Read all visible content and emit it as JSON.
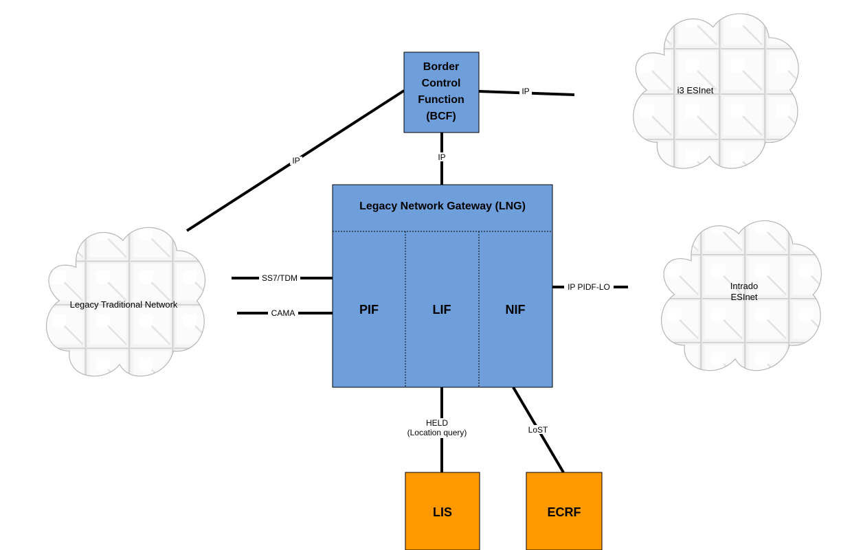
{
  "nodes": {
    "bcf": {
      "lines": [
        "Border",
        "Control",
        "Function",
        "(BCF)"
      ],
      "color": "#6f9fdb"
    },
    "lng": {
      "title": "Legacy Network Gateway (LNG)",
      "color": "#6f9fdb"
    },
    "pif": {
      "label": "PIF"
    },
    "lif": {
      "label": "LIF"
    },
    "nif": {
      "label": "NIF"
    },
    "lis": {
      "label": "LIS",
      "color": "#ff9900"
    },
    "ecrf": {
      "label": "ECRF",
      "color": "#ff9900"
    }
  },
  "clouds": {
    "i3": {
      "lines": [
        "i3 ESInet"
      ]
    },
    "legacy": {
      "lines": [
        "Legacy Traditional Network"
      ]
    },
    "intrado": {
      "lines": [
        "Intrado",
        "ESInet"
      ]
    }
  },
  "links": {
    "bcf_i3": "IP",
    "bcf_legacy": "IP",
    "bcf_lng": "IP",
    "ss7": "SS7/TDM",
    "cama": "CAMA",
    "nif_intrado": "IP PIDF-LO",
    "held": [
      "HELD",
      "(Location query)"
    ],
    "lost": "LoST"
  }
}
